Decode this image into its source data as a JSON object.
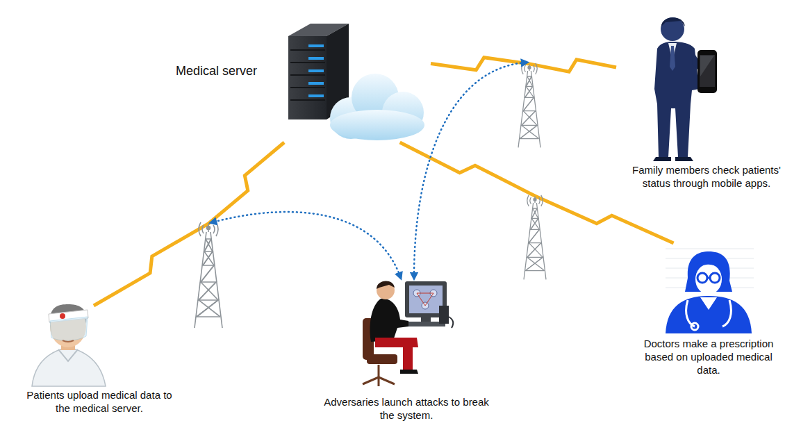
{
  "diagram": {
    "nodes": [
      {
        "text": [
          "Medical server"
        ]
      },
      {
        "text": [
          "Family members check patients' status through mobile apps."
        ]
      },
      {
        "text": [
          "Doctors make a prescription based on uploaded medical data."
        ]
      },
      {
        "text": [
          "Patients upload medical data to the medical server."
        ]
      },
      {
        "text": [
          "Adversaries launch attacks to break the system."
        ]
      }
    ],
    "edges": [
      {
        "from": 0,
        "to": 3,
        "arrow": "none"
      },
      {
        "from": 0,
        "to": 1,
        "arrow": "none"
      },
      {
        "from": 0,
        "to": 2,
        "arrow": "none"
      }
    ]
  }
}
